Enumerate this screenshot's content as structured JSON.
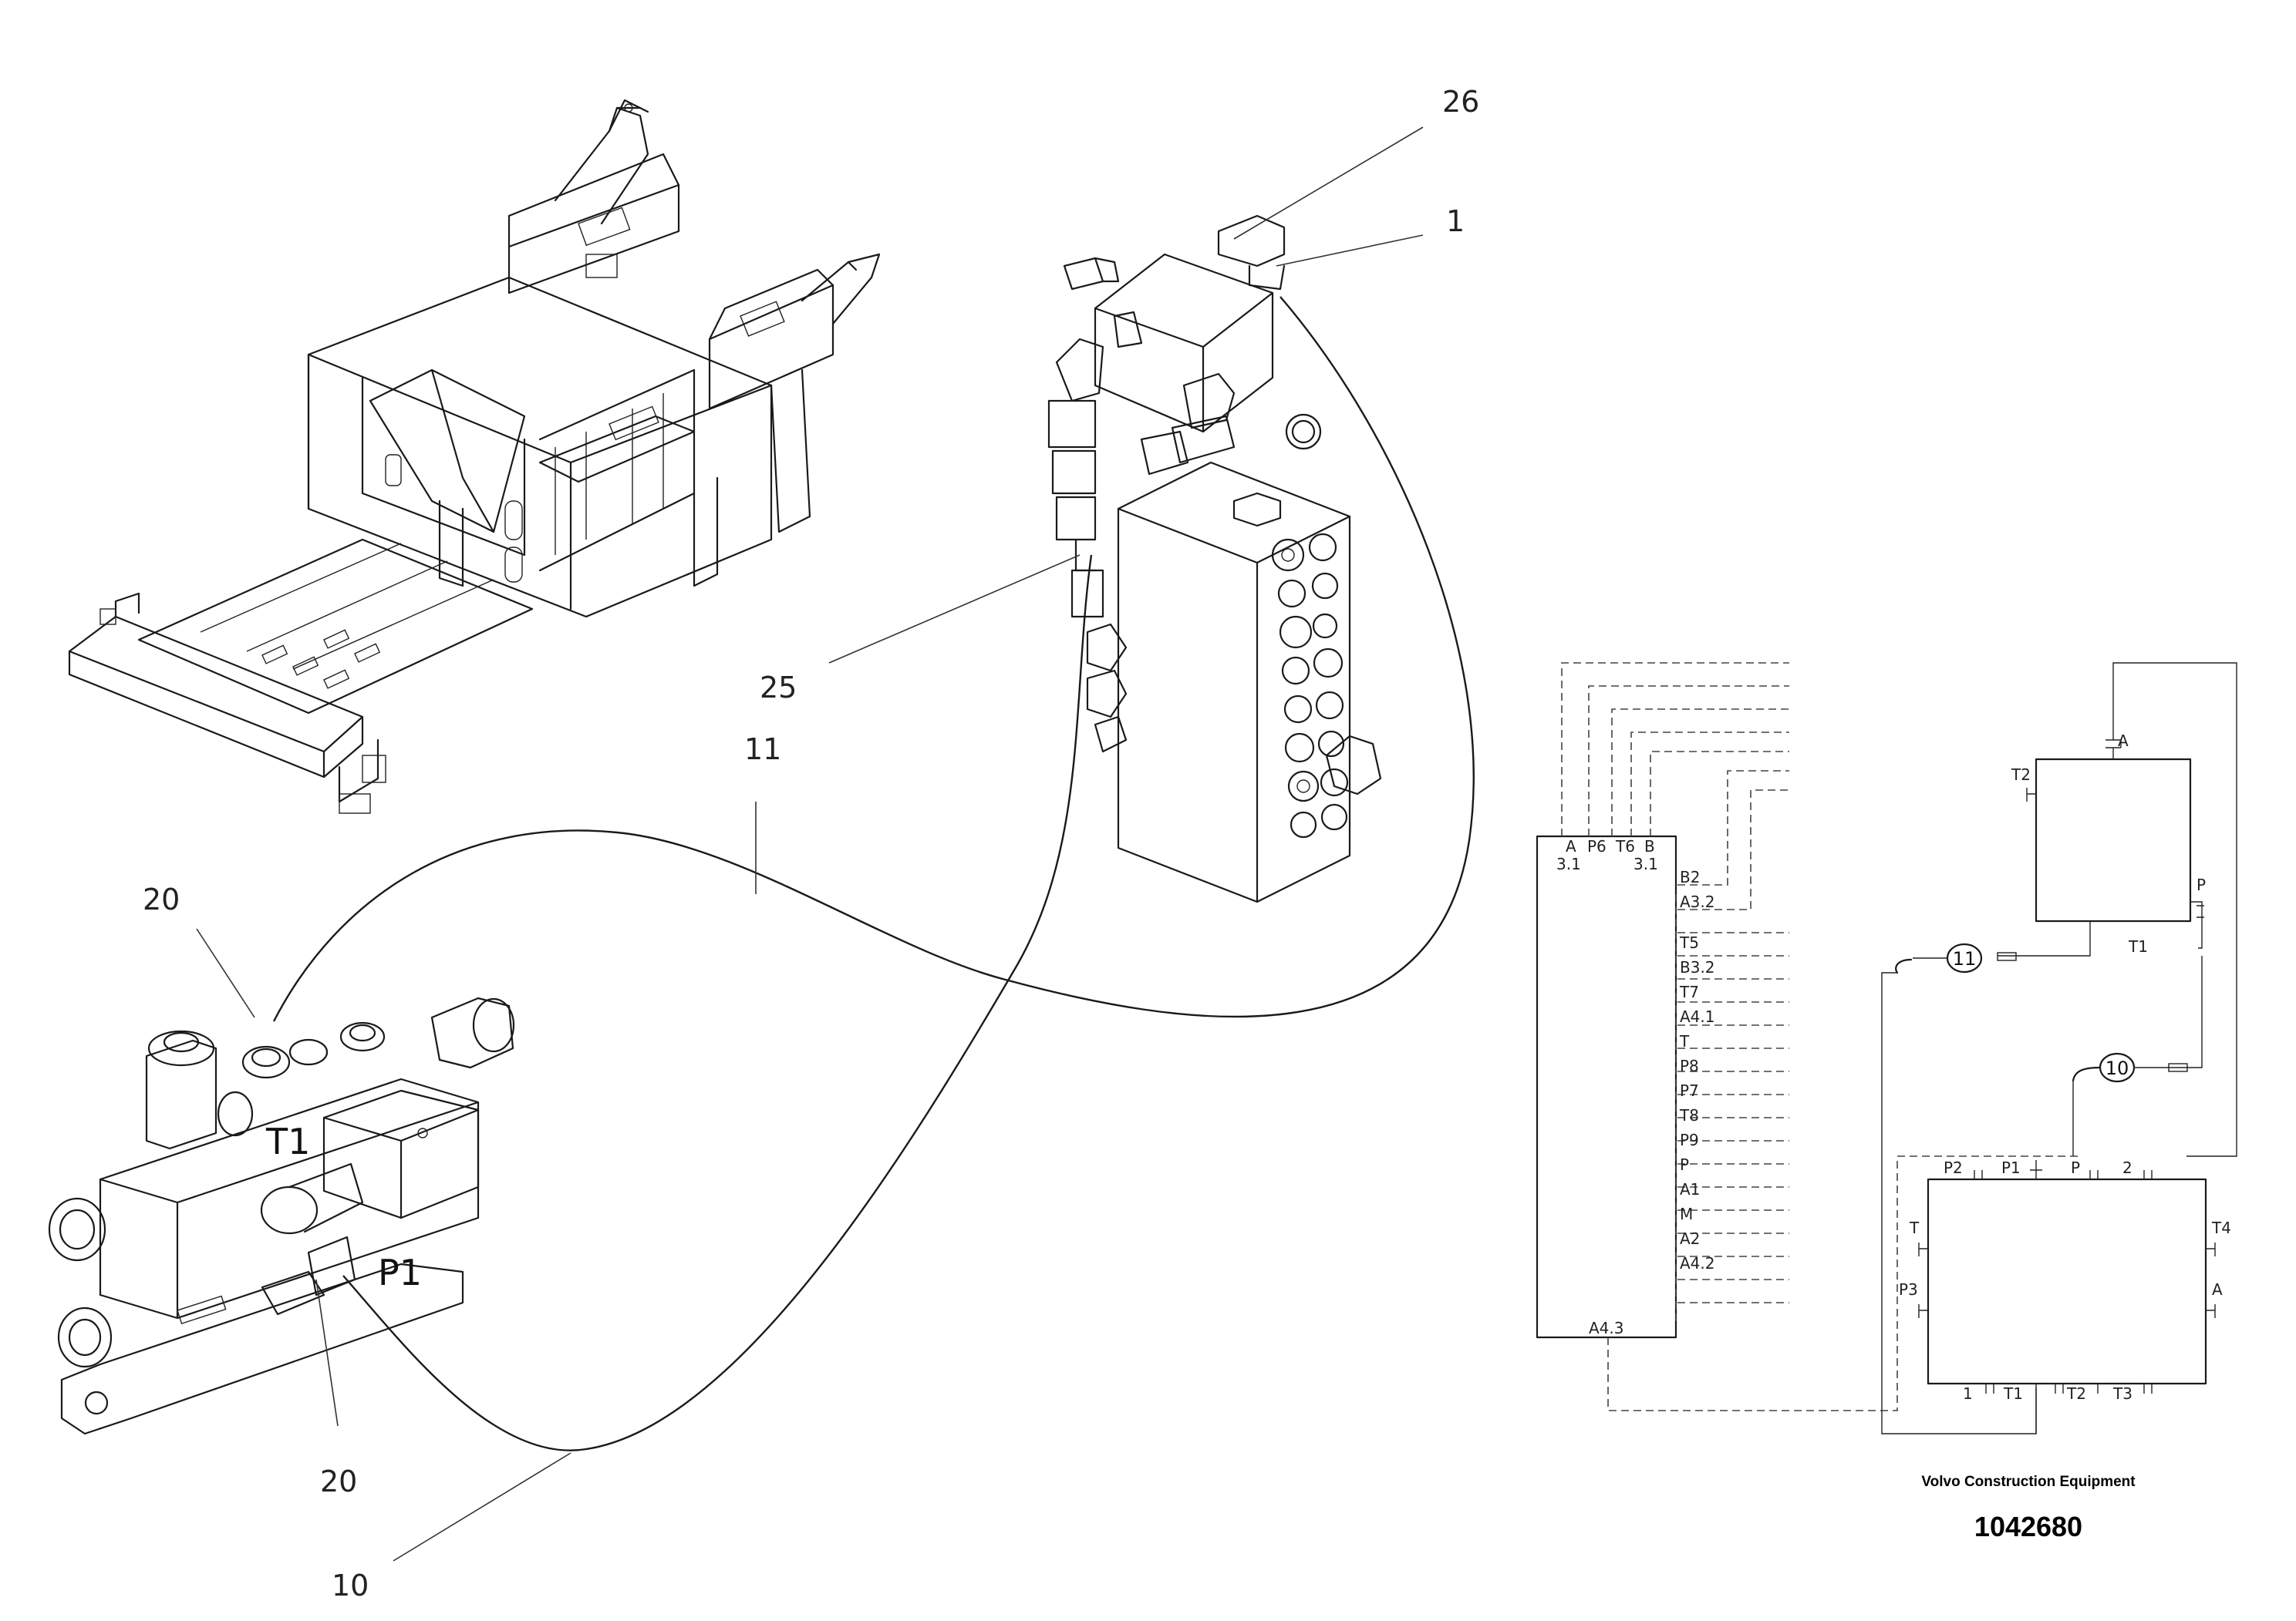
{
  "callouts": {
    "c26": "26",
    "c1": "1",
    "c25": "25",
    "c11": "11",
    "c20_top": "20",
    "c20_bottom": "20",
    "c10": "10"
  },
  "ports": {
    "t1": "T1",
    "p1": "P1"
  },
  "schematic": {
    "left_block_top_labels": [
      "A",
      "P6",
      "T6",
      "B"
    ],
    "left_block_sub_labels": [
      "3.1",
      "3.1"
    ],
    "left_block_right_labels": [
      "B2",
      "A3.2",
      "T5",
      "B3.2",
      "T7",
      "A4.1",
      "T",
      "P8",
      "P7",
      "T8",
      "P9",
      "P",
      "A1",
      "M",
      "A2",
      "A4.2"
    ],
    "left_block_bottom_label": "A4.3",
    "upper_valve_labels": {
      "a": "A",
      "t2": "T2",
      "t1": "T1",
      "p": "P"
    },
    "hose_numbers": [
      "11",
      "10"
    ],
    "lower_valve_top_labels": [
      "P2",
      "P1",
      "P",
      "2"
    ],
    "lower_valve_left_labels": [
      "T",
      "P3"
    ],
    "lower_valve_right_labels": [
      "T4",
      "A"
    ],
    "lower_valve_bottom_labels": [
      "1",
      "T1",
      "T2",
      "T3"
    ]
  },
  "footer": {
    "company": "Volvo Construction Equipment",
    "part_number": "1042680"
  }
}
